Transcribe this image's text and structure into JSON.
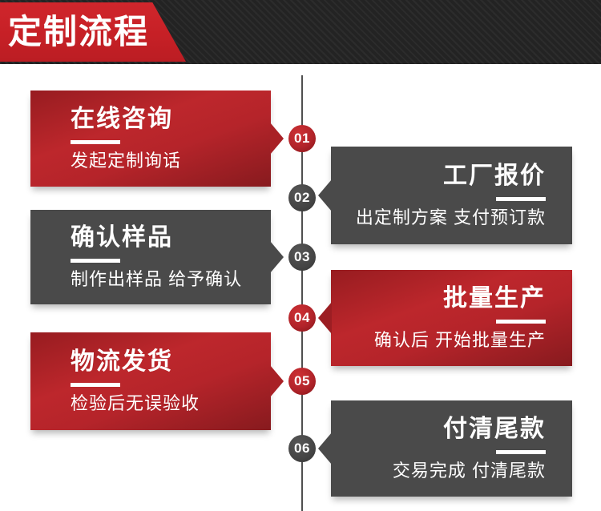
{
  "header": {
    "title": "定制流程"
  },
  "steps": [
    {
      "number": "01",
      "title": "在线咨询",
      "subtitle": "发起定制询话",
      "side": "left",
      "color": "red"
    },
    {
      "number": "02",
      "title": "工厂报价",
      "subtitle": "出定制方案 支付预订款",
      "side": "right",
      "color": "dark"
    },
    {
      "number": "03",
      "title": "确认样品",
      "subtitle": "制作出样品 给予确认",
      "side": "left",
      "color": "dark"
    },
    {
      "number": "04",
      "title": "批量生产",
      "subtitle": "确认后 开始批量生产",
      "side": "right",
      "color": "red"
    },
    {
      "number": "05",
      "title": "物流发货",
      "subtitle": "检验后无误验收",
      "side": "left",
      "color": "red"
    },
    {
      "number": "06",
      "title": "付清尾款",
      "subtitle": "交易完成 付清尾款",
      "side": "right",
      "color": "dark"
    }
  ],
  "colors": {
    "accent_red": "#c1272d",
    "dark_gray": "#4a4a4a",
    "header_black": "#232323",
    "timeline_gray": "#4f4f4f",
    "text_white": "#ffffff"
  }
}
